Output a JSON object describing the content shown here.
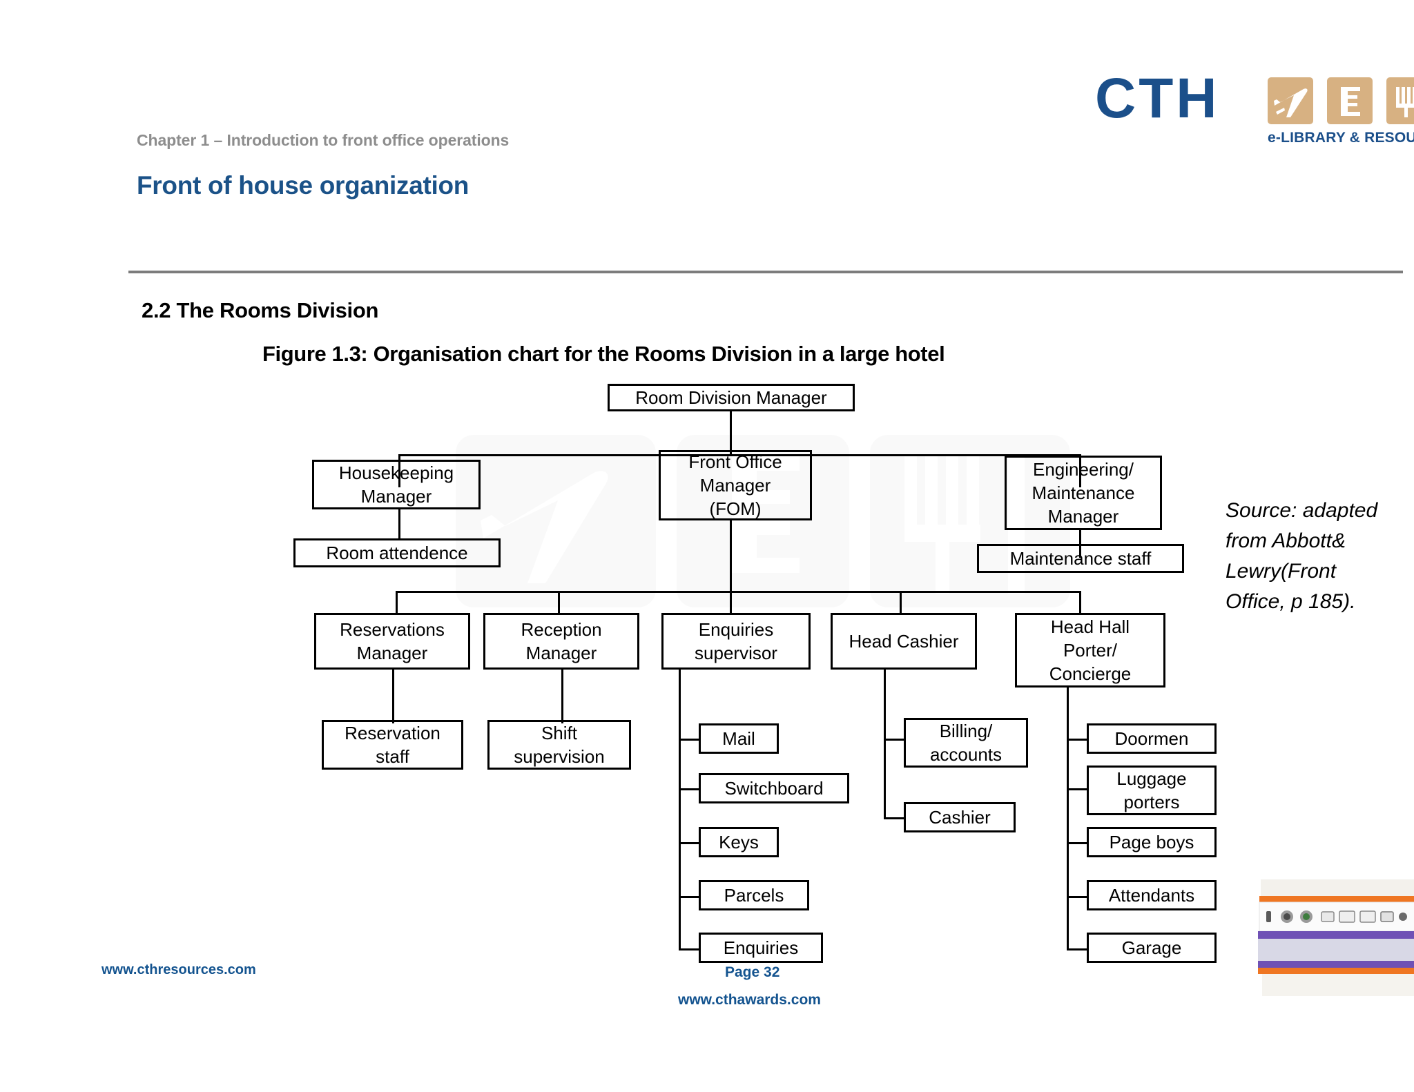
{
  "header": {
    "chapter_label": "Chapter 1 – Introduction to front office operations",
    "page_title": "Front of house organization",
    "logo": {
      "wordmark": "CTH",
      "tagline": "e-LIBRARY & RESOURCES",
      "tile_icons": [
        "airplane-icon",
        "key-card-icon",
        "cutlery-icon"
      ],
      "wordmark_color": "#1b4f8a",
      "tile_color": "#d7b182"
    },
    "rule_color": "#7c7c7c"
  },
  "section": {
    "heading": "2.2 The Rooms Division",
    "figure_caption": "Figure 1.3: Organisation chart for the Rooms Division in a large hotel"
  },
  "chart_data": {
    "type": "diagram",
    "title": "Figure 1.3: Organisation chart for the Rooms Division in a large hotel",
    "nodes": [
      {
        "id": "room-division-manager",
        "label": "Room Division Manager",
        "level": 0,
        "parent": null
      },
      {
        "id": "housekeeping-manager",
        "label": "Housekeeping\nManager",
        "level": 1,
        "parent": "room-division-manager"
      },
      {
        "id": "front-office-manager",
        "label": "Front Office\nManager\n(FOM)",
        "level": 1,
        "parent": "room-division-manager"
      },
      {
        "id": "engineering-maintenance-manager",
        "label": "Engineering/\nMaintenance\nManager",
        "level": 1,
        "parent": "room-division-manager"
      },
      {
        "id": "room-attendence",
        "label": "Room attendence",
        "level": 2,
        "parent": "housekeeping-manager"
      },
      {
        "id": "maintenance-staff",
        "label": "Maintenance staff",
        "level": 2,
        "parent": "engineering-maintenance-manager"
      },
      {
        "id": "reservations-manager",
        "label": "Reservations\nManager",
        "level": 2,
        "parent": "front-office-manager"
      },
      {
        "id": "reception-manager",
        "label": "Reception\nManager",
        "level": 2,
        "parent": "front-office-manager"
      },
      {
        "id": "enquiries-supervisor",
        "label": "Enquiries\nsupervisor",
        "level": 2,
        "parent": "front-office-manager"
      },
      {
        "id": "head-cashier",
        "label": "Head Cashier",
        "level": 2,
        "parent": "front-office-manager"
      },
      {
        "id": "head-hall-porter-concierge",
        "label": "Head Hall\nPorter/\nConcierge",
        "level": 2,
        "parent": "front-office-manager"
      },
      {
        "id": "reservation-staff",
        "label": "Reservation\nstaff",
        "level": 3,
        "parent": "reservations-manager"
      },
      {
        "id": "shift-supervision",
        "label": "Shift\nsupervision",
        "level": 3,
        "parent": "reception-manager"
      },
      {
        "id": "mail",
        "label": "Mail",
        "level": 3,
        "parent": "enquiries-supervisor"
      },
      {
        "id": "switchboard",
        "label": "Switchboard",
        "level": 3,
        "parent": "enquiries-supervisor"
      },
      {
        "id": "keys",
        "label": "Keys",
        "level": 3,
        "parent": "enquiries-supervisor"
      },
      {
        "id": "parcels",
        "label": "Parcels",
        "level": 3,
        "parent": "enquiries-supervisor"
      },
      {
        "id": "enquiries",
        "label": "Enquiries",
        "level": 3,
        "parent": "enquiries-supervisor"
      },
      {
        "id": "billing-accounts",
        "label": "Billing/\naccounts",
        "level": 3,
        "parent": "head-cashier"
      },
      {
        "id": "cashier",
        "label": "Cashier",
        "level": 3,
        "parent": "head-cashier"
      },
      {
        "id": "doormen",
        "label": "Doormen",
        "level": 3,
        "parent": "head-hall-porter-concierge"
      },
      {
        "id": "luggage-porters",
        "label": "Luggage\nporters",
        "level": 3,
        "parent": "head-hall-porter-concierge"
      },
      {
        "id": "page-boys",
        "label": "Page boys",
        "level": 3,
        "parent": "head-hall-porter-concierge"
      },
      {
        "id": "attendants",
        "label": "Attendants",
        "level": 3,
        "parent": "head-hall-porter-concierge"
      },
      {
        "id": "garage",
        "label": "Garage",
        "level": 3,
        "parent": "head-hall-porter-concierge"
      }
    ],
    "annotation": "Source: adapted from Abbott& Lewry(Front Office, p 185)."
  },
  "source_note": "Source: adapted\nfrom Abbott&\nLewry(Front\nOffice, p 185).",
  "footer": {
    "resources_url": "www.cthresources.com",
    "page_number": "Page  32",
    "awards_url": "www.cthawards.com"
  }
}
